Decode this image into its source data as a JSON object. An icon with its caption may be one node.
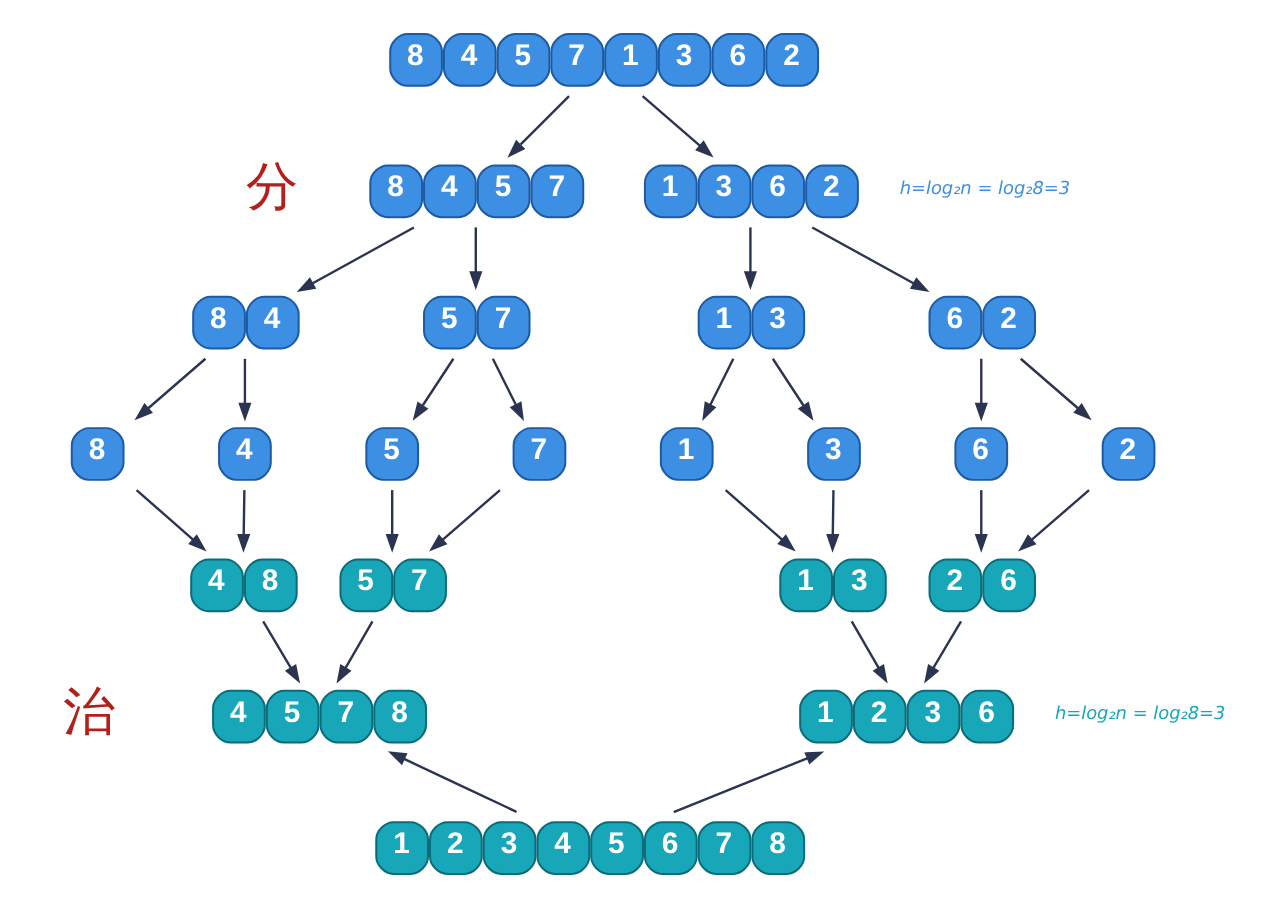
{
  "diagram": {
    "nodes": [
      {
        "text": [
          "8",
          "4",
          "5",
          "7",
          "1",
          "3",
          "6",
          "2"
        ]
      },
      {
        "text": [
          "8",
          "4",
          "5",
          "7"
        ]
      },
      {
        "text": [
          "1",
          "3",
          "6",
          "2"
        ]
      },
      {
        "text": [
          "8",
          "4"
        ]
      },
      {
        "text": [
          "5",
          "7"
        ]
      },
      {
        "text": [
          "1",
          "3"
        ]
      },
      {
        "text": [
          "6",
          "2"
        ]
      },
      {
        "text": [
          "8"
        ]
      },
      {
        "text": [
          "4"
        ]
      },
      {
        "text": [
          "5"
        ]
      },
      {
        "text": [
          "7"
        ]
      },
      {
        "text": [
          "1"
        ]
      },
      {
        "text": [
          "3"
        ]
      },
      {
        "text": [
          "6"
        ]
      },
      {
        "text": [
          "2"
        ]
      },
      {
        "text": [
          "4",
          "8"
        ]
      },
      {
        "text": [
          "5",
          "7"
        ]
      },
      {
        "text": [
          "1",
          "3"
        ]
      },
      {
        "text": [
          "2",
          "6"
        ]
      },
      {
        "text": [
          "4",
          "5",
          "7",
          "8"
        ]
      },
      {
        "text": [
          "1",
          "2",
          "3",
          "6"
        ]
      },
      {
        "text": [
          "1",
          "2",
          "3",
          "4",
          "5",
          "6",
          "7",
          "8"
        ]
      }
    ],
    "edges": [
      {
        "from": 0,
        "to": 1,
        "arrow": "to"
      },
      {
        "from": 0,
        "to": 2,
        "arrow": "to"
      },
      {
        "from": 1,
        "to": 3,
        "arrow": "to"
      },
      {
        "from": 1,
        "to": 4,
        "arrow": "to"
      },
      {
        "from": 2,
        "to": 5,
        "arrow": "to"
      },
      {
        "from": 2,
        "to": 6,
        "arrow": "to"
      },
      {
        "from": 3,
        "to": 7,
        "arrow": "to"
      },
      {
        "from": 3,
        "to": 8,
        "arrow": "to"
      },
      {
        "from": 4,
        "to": 9,
        "arrow": "to"
      },
      {
        "from": 4,
        "to": 10,
        "arrow": "to"
      },
      {
        "from": 5,
        "to": 11,
        "arrow": "to"
      },
      {
        "from": 5,
        "to": 12,
        "arrow": "to"
      },
      {
        "from": 6,
        "to": 13,
        "arrow": "to"
      },
      {
        "from": 6,
        "to": 14,
        "arrow": "to"
      },
      {
        "from": 7,
        "to": 15,
        "arrow": "to"
      },
      {
        "from": 8,
        "to": 15,
        "arrow": "to"
      },
      {
        "from": 9,
        "to": 16,
        "arrow": "to"
      },
      {
        "from": 10,
        "to": 16,
        "arrow": "to"
      },
      {
        "from": 11,
        "to": 17,
        "arrow": "to"
      },
      {
        "from": 12,
        "to": 17,
        "arrow": "to"
      },
      {
        "from": 13,
        "to": 18,
        "arrow": "to"
      },
      {
        "from": 14,
        "to": 18,
        "arrow": "to"
      },
      {
        "from": 15,
        "to": 19,
        "arrow": "to"
      },
      {
        "from": 16,
        "to": 19,
        "arrow": "to"
      },
      {
        "from": 17,
        "to": 20,
        "arrow": "to"
      },
      {
        "from": 18,
        "to": 20,
        "arrow": "to"
      },
      {
        "from": 21,
        "to": 19,
        "arrow": "to"
      },
      {
        "from": 21,
        "to": 20,
        "arrow": "to"
      }
    ],
    "labels": [
      "分",
      "h=log₂n = log₂8=3",
      "h=log₂n = log₂8=3",
      "治"
    ]
  }
}
